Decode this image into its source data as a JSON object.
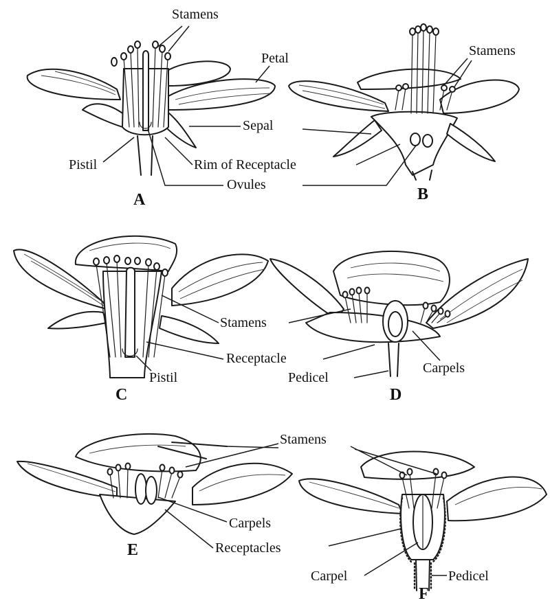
{
  "figures": [
    {
      "id": "A",
      "letter": "A",
      "labels": {
        "stamens": "Stamens",
        "petal": "Petal",
        "sepal": "Sepal",
        "pistil": "Pistil",
        "rim": "Rim of Receptacle",
        "ovules": "Ovules"
      }
    },
    {
      "id": "B",
      "letter": "B",
      "labels": {
        "stamens": "Stamens"
      }
    },
    {
      "id": "C",
      "letter": "C",
      "labels": {
        "stamens": "Stamens",
        "pistil": "Pistil",
        "receptacle": "Receptacle"
      }
    },
    {
      "id": "D",
      "letter": "D",
      "labels": {
        "pedicel": "Pedicel",
        "carpels": "Carpels"
      }
    },
    {
      "id": "E",
      "letter": "E",
      "labels": {
        "stamens": "Stamens",
        "carpels": "Carpels",
        "receptacles": "Receptacles"
      }
    },
    {
      "id": "F",
      "letter": "F",
      "labels": {
        "carpel": "Carpel",
        "pedicel": "Pedicel"
      }
    }
  ],
  "colors": {
    "ink": "#1a1a1a",
    "background": "#ffffff"
  }
}
